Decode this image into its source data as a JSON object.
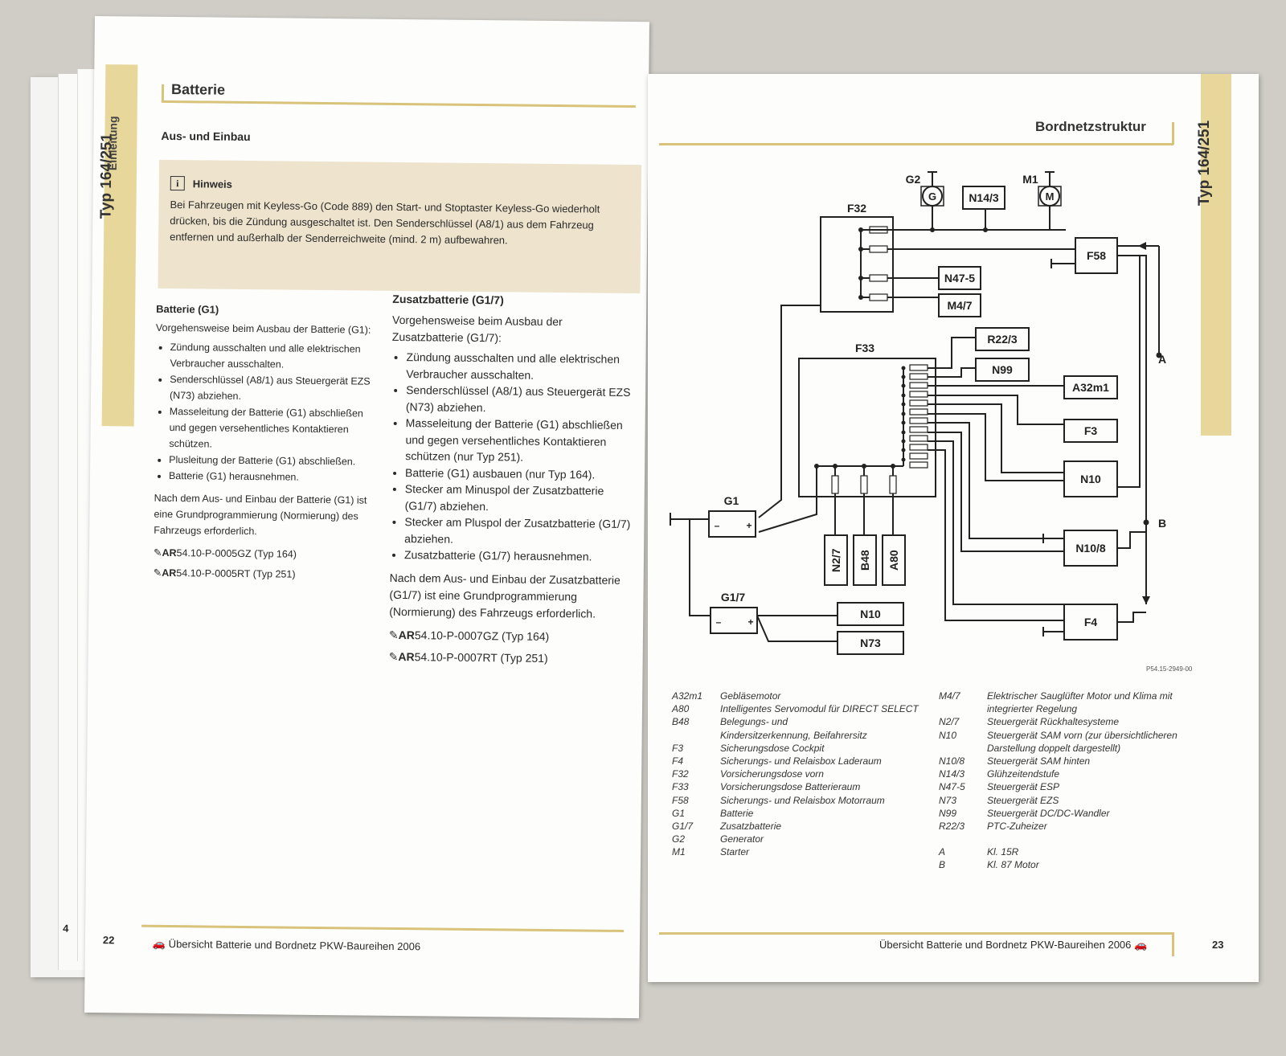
{
  "left_page": {
    "side_tab": "Typ 164/251",
    "side_tab_fragment": "Einleitung",
    "title": "Batterie",
    "subtitle": "Aus- und Einbau",
    "note": {
      "label": "Hinweis",
      "text": "Bei Fahrzeugen mit Keyless-Go (Code 889) den Start- und Stoptaster Keyless-Go wiederholt drücken, bis die Zündung ausgeschaltet ist. Den Senderschlüssel (A8/1) aus dem Fahrzeug entfernen und außerhalb der Senderreichweite (mind. 2 m) aufbewahren."
    },
    "col1": {
      "heading": "Batterie (G1)",
      "intro": "Vorgehensweise beim Ausbau der Batterie (G1):",
      "steps": [
        "Zündung ausschalten und alle elektrischen Verbraucher ausschalten.",
        "Senderschlüssel (A8/1) aus Steuergerät EZS (N73) abziehen.",
        "Masseleitung der Batterie (G1) abschließen und gegen versehentliches Kontaktieren schützen.",
        "Plusleitung der Batterie (G1) abschließen.",
        "Batterie (G1) herausnehmen."
      ],
      "after": "Nach dem Aus- und Einbau der Batterie (G1) ist eine Grundprogrammierung (Normierung) des Fahrzeugs erforderlich.",
      "refs": [
        {
          "prefix": "AR",
          "text": "54.10-P-0005GZ (Typ 164)"
        },
        {
          "prefix": "AR",
          "text": "54.10-P-0005RT (Typ 251)"
        }
      ]
    },
    "col2": {
      "heading": "Zusatzbatterie (G1/7)",
      "intro": "Vorgehensweise beim Ausbau der Zusatzbatterie (G1/7):",
      "steps": [
        "Zündung ausschalten und alle elektrischen Verbraucher ausschalten.",
        "Senderschlüssel (A8/1) aus Steuergerät EZS (N73) abziehen.",
        "Masseleitung der Batterie (G1) abschließen und gegen versehentliches Kontaktieren schützen (nur Typ 251).",
        "Batterie (G1) ausbauen (nur Typ 164).",
        "Stecker am Minuspol der Zusatzbatterie (G1/7) abziehen.",
        "Stecker am Pluspol der Zusatzbatterie (G1/7) abziehen.",
        "Zusatzbatterie (G1/7) herausnehmen."
      ],
      "after": "Nach dem Aus- und Einbau der Zusatzbatterie (G1/7) ist eine Grundprogrammierung (Normierung) des Fahrzeugs erforderlich.",
      "refs": [
        {
          "prefix": "AR",
          "text": "54.10-P-0007GZ (Typ 164)"
        },
        {
          "prefix": "AR",
          "text": "54.10-P-0007RT (Typ 251)"
        }
      ]
    },
    "footer": {
      "page_number": "22",
      "prev_page_number": "4",
      "text": "Übersicht Batterie und Bordnetz PKW-Baureihen 2006"
    }
  },
  "right_page": {
    "side_tab": "Typ 164/251",
    "title": "Bordnetzstruktur",
    "diagram": {
      "components": {
        "G2": "G2",
        "G2_symbol": "G",
        "N14_3": "N14/3",
        "M1": "M1",
        "M1_symbol": "M",
        "F32": "F32",
        "F58": "F58",
        "N47_5": "N47-5",
        "M4_7": "M4/7",
        "F33": "F33",
        "R22_3": "R22/3",
        "N99": "N99",
        "A32m1": "A32m1",
        "F3": "F3",
        "N10": "N10",
        "N10_8": "N10/8",
        "F4": "F4",
        "G1": "G1",
        "G1_7": "G1/7",
        "N2_7": "N2/7",
        "B48": "B48",
        "A80": "A80",
        "N73": "N73",
        "A": "A",
        "B": "B",
        "minus": "–",
        "plus": "+"
      },
      "figure_code": "P54.15-2949-00"
    },
    "legend_left": [
      {
        "code": "A32m1",
        "desc": "Gebläsemotor"
      },
      {
        "code": "A80",
        "desc": "Intelligentes Servomodul für DIRECT SELECT"
      },
      {
        "code": "B48",
        "desc": "Belegungs- und Kindersitzerkennung, Beifahrersitz"
      },
      {
        "code": "F3",
        "desc": "Sicherungsdose Cockpit"
      },
      {
        "code": "F4",
        "desc": "Sicherungs- und Relaisbox Laderaum"
      },
      {
        "code": "F32",
        "desc": "Vorsicherungsdose vorn"
      },
      {
        "code": "F33",
        "desc": "Vorsicherungsdose Batterieraum"
      },
      {
        "code": "F58",
        "desc": "Sicherungs- und Relaisbox Motorraum"
      },
      {
        "code": "G1",
        "desc": "Batterie"
      },
      {
        "code": "G1/7",
        "desc": "Zusatzbatterie"
      },
      {
        "code": "G2",
        "desc": "Generator"
      },
      {
        "code": "M1",
        "desc": "Starter"
      }
    ],
    "legend_right": [
      {
        "code": "M4/7",
        "desc": "Elektrischer Sauglüfter Motor und Klima mit integrierter Regelung"
      },
      {
        "code": "N2/7",
        "desc": "Steuergerät Rückhaltesysteme"
      },
      {
        "code": "N10",
        "desc": "Steuergerät SAM vorn (zur übersichtlicheren Darstellung doppelt dargestellt)"
      },
      {
        "code": "N10/8",
        "desc": "Steuergerät SAM hinten"
      },
      {
        "code": "N14/3",
        "desc": "Glühzeitendstufe"
      },
      {
        "code": "N47-5",
        "desc": "Steuergerät ESP"
      },
      {
        "code": "N73",
        "desc": "Steuergerät EZS"
      },
      {
        "code": "N99",
        "desc": "Steuergerät DC/DC-Wandler"
      },
      {
        "code": "R22/3",
        "desc": "PTC-Zuheizer"
      }
    ],
    "legend_terms": [
      {
        "code": "A",
        "desc": "Kl. 15R"
      },
      {
        "code": "B",
        "desc": "Kl. 87 Motor"
      }
    ],
    "footer": {
      "text": "Übersicht Batterie und Bordnetz PKW-Baureihen 2006",
      "page_number": "23"
    }
  }
}
